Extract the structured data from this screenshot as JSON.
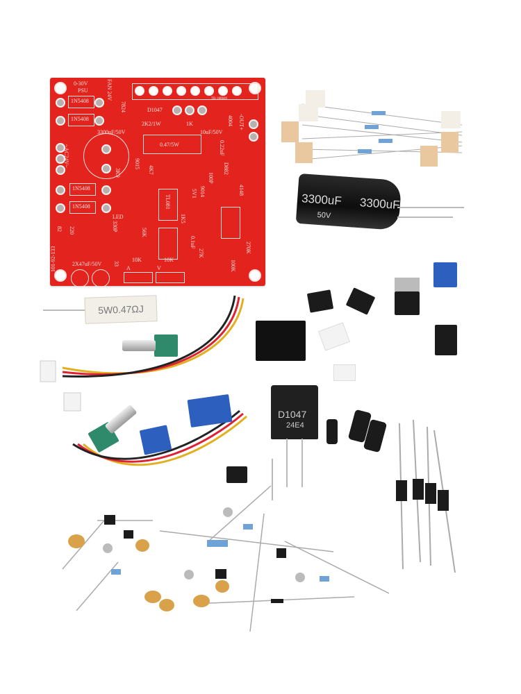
{
  "pcb": {
    "labels": {
      "psu": "0-30V",
      "psu2": "PSU",
      "fan": "FAN 24V",
      "diode1": "1N5408",
      "diode2": "1N5408",
      "diode3": "1N5408",
      "diode4": "1N5408",
      "reg": "7824",
      "transistor": "D1047",
      "code": "TB-186840",
      "r2k2": "2K2/1W",
      "r1k": "1K",
      "cap_main": "3300uF/50V",
      "cap_10u": "10uF/50V",
      "out": "-OUT+",
      "d4004": "4004",
      "rshunt": "0.47/5W",
      "cap022": "0.22uF",
      "ac": "~AC24V~",
      "t9015": "9015",
      "d882": "D882",
      "cap100p": "100P",
      "t9014": "9014",
      "ic": "TL081",
      "led": "LED",
      "zener": "5V1",
      "board_id": "101-92-133",
      "caps_small": "2X47uF/50V",
      "pot_a": "10K",
      "pot_v": "10K",
      "a": "A",
      "v": "V",
      "r330p": "330P",
      "r3k9": "3K9",
      "r4k7": "4K7",
      "r56k": "56K",
      "r27k": "27K",
      "r270k": "270K",
      "r100k": "100K",
      "r1k5": "1K5",
      "r33": "33",
      "r82": "82",
      "r220": "220",
      "d4148": "4148",
      "cap01u": "0.1uF"
    }
  },
  "capacitor": {
    "value": "3300uF",
    "voltage": "50V"
  },
  "power_resistor": {
    "label": "5W0.47ΩJ"
  },
  "power_transistor": {
    "part": "D1047",
    "code": "24E4"
  },
  "colors": {
    "pcb": "#e3241e",
    "terminal": "#2d5fbf",
    "pot_base": "#2e8a6a"
  }
}
